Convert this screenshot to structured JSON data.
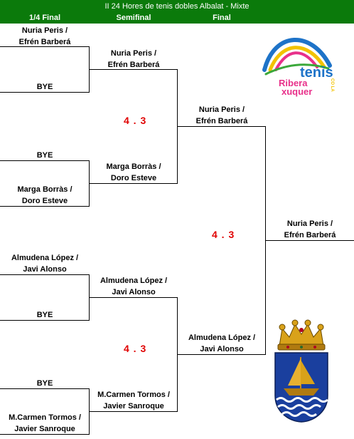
{
  "title": "II 24 Hores de tenis dobles Albalat - Mixte",
  "headers": {
    "quarter": "1/4 Final",
    "semi": "Semifinal",
    "final": "Final"
  },
  "quarter": [
    {
      "l1": "Nuria Peris /",
      "l2": "Efrén Barberá"
    },
    {
      "l1": "BYE",
      "l2": ""
    },
    {
      "l1": "BYE",
      "l2": ""
    },
    {
      "l1": "Marga Borràs /",
      "l2": "Doro Esteve"
    },
    {
      "l1": "Almudena López /",
      "l2": "Javi Alonso"
    },
    {
      "l1": "BYE",
      "l2": ""
    },
    {
      "l1": "BYE",
      "l2": ""
    },
    {
      "l1": "M.Carmen Tormos /",
      "l2": "Javier Sanroque"
    }
  ],
  "semi": [
    {
      "l1": "Nuria Peris /",
      "l2": "Efrén Barberá"
    },
    {
      "l1": "Marga Borràs /",
      "l2": "Doro Esteve"
    },
    {
      "l1": "Almudena López /",
      "l2": "Javi Alonso"
    },
    {
      "l1": "M.Carmen Tormos /",
      "l2": "Javier Sanroque"
    }
  ],
  "final": [
    {
      "l1": "Nuria Peris /",
      "l2": "Efrén Barberá"
    },
    {
      "l1": "Almudena López /",
      "l2": "Javi Alonso"
    }
  ],
  "champion": {
    "l1": "Nuria Peris /",
    "l2": "Efrén Barberá"
  },
  "scores": {
    "semi_top": "4 . 3",
    "semi_bottom": "4 . 3",
    "final": "4 . 3"
  },
  "logo": {
    "word": "tenis",
    "sub1": "Ribera",
    "sub2": "xuquer",
    "side": "CO LA"
  },
  "colors": {
    "header_bg": "#0b7a0b",
    "score": "#e00000"
  }
}
